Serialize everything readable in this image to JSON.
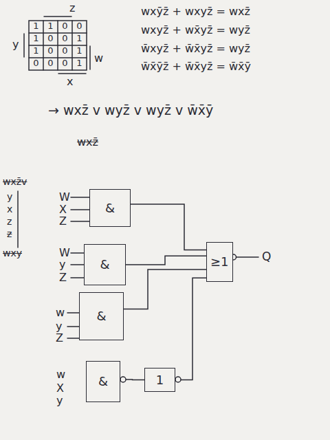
{
  "diagram": {
    "nodes": [
      {
        "text": [
          "&"
        ]
      },
      {
        "text": [
          "&"
        ]
      },
      {
        "text": [
          "&"
        ]
      },
      {
        "text": [
          "&"
        ]
      },
      {
        "text": [
          "1"
        ]
      },
      {
        "text": [
          "≥1"
        ]
      }
    ],
    "edges": [
      {
        "from": 0,
        "to": 5,
        "arrow": "none"
      },
      {
        "from": 1,
        "to": 5,
        "arrow": "none"
      },
      {
        "from": 2,
        "to": 5,
        "arrow": "none"
      },
      {
        "from": 3,
        "to": 4,
        "arrow": "none"
      },
      {
        "from": 4,
        "to": 5,
        "arrow": "none"
      }
    ],
    "labels": [
      "z",
      "1",
      "1",
      "0",
      "0",
      "1",
      "0",
      "0",
      "1",
      "1",
      "0",
      "0",
      "1",
      "0",
      "0",
      "0",
      "1",
      "y",
      "w",
      "x",
      "wxȳz̄ + wxyz̄ = wxz̄",
      "wxyz̄ + wx̄yz̄ = wyz̄",
      "w̄xyz̄ + w̄x̄yz̄ = wyz̄",
      "w̄x̄ȳz̄ + w̄x̄yz̄ = w̄x̄ȳ",
      "→ wxz̄ v wyz̄ v wyz̄ v w̄x̄ȳ",
      "wxz̄",
      "wxz̄v",
      "y",
      "x",
      "z",
      "z",
      "wxy",
      "W",
      "X",
      "Z",
      "W",
      "y",
      "Z",
      "w",
      "y",
      "Z",
      "w",
      "X",
      "y",
      "Q"
    ]
  }
}
